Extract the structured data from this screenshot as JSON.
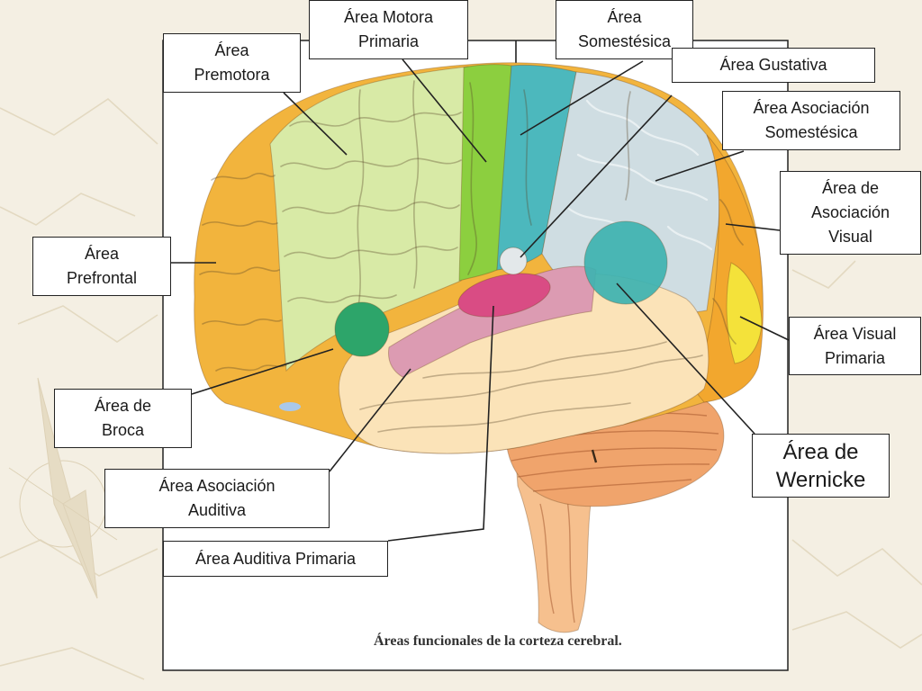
{
  "labels": {
    "motora_primaria": {
      "line1": "Área Motora",
      "line2": "Primaria"
    },
    "somestesica": {
      "line1": "Área",
      "line2": "Somestésica"
    },
    "premotora": {
      "line1": "Área",
      "line2": "Premotora"
    },
    "gustativa": {
      "line1": "Área Gustativa"
    },
    "asociacion_somestesica": {
      "line1": "Área Asociación",
      "line2": "Somestésica"
    },
    "asociacion_visual": {
      "line1": "Área de",
      "line2": "Asociación",
      "line3": "Visual"
    },
    "prefrontal": {
      "line1": "Área",
      "line2": "Prefrontal"
    },
    "visual_primaria": {
      "line1": "Área Visual",
      "line2": "Primaria"
    },
    "broca": {
      "line1": "Área de",
      "line2": "Broca"
    },
    "wernicke": {
      "line1": "Área de",
      "line2": "Wernicke"
    },
    "asociacion_auditiva": {
      "line1": "Área Asociación",
      "line2": "Auditiva"
    },
    "auditiva_primaria": {
      "line1": "Área Auditiva Primaria"
    }
  },
  "caption": "Áreas funcionales de la corteza cerebral.",
  "colors": {
    "prefrontal": "#f2b43d",
    "premotora": "#d8eaa6",
    "motora": "#8ccf3f",
    "somestesica": "#4cb8bd",
    "asociacion_somestesica": "#cfdde2",
    "asociacion_visual": "#f2a72e",
    "visual_primaria": "#f4e23a",
    "temporal": "#fbe3b8",
    "asociacion_auditiva": "#dc9bb2",
    "auditiva_primaria": "#d94c84",
    "wernicke": "#3eb3b1",
    "broca": "#2da56a",
    "gustativa": "#e3e8ea",
    "cerebelo": "#f0a46c",
    "tronco_encefalico": "#f6c08e",
    "marca_azul": "#a9c8ea"
  }
}
